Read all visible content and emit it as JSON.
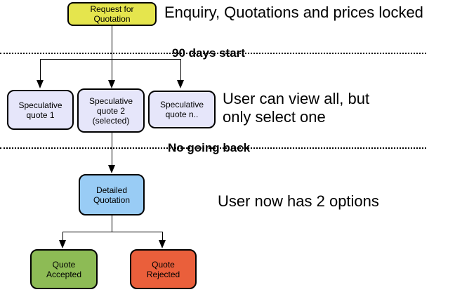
{
  "flowchart": {
    "nodes": [
      {
        "id": "request-for-quotation",
        "label": "Request for\nQuotation",
        "fill": "#e5e54d"
      },
      {
        "id": "speculative-quote-1",
        "label": "Speculative\nquote 1",
        "fill": "#e6e6fa"
      },
      {
        "id": "speculative-quote-2",
        "label": "Speculative\nquote 2\n(selected)",
        "fill": "#e6e6fa"
      },
      {
        "id": "speculative-quote-n",
        "label": "Speculative\nquote n..",
        "fill": "#e6e6fa"
      },
      {
        "id": "detailed-quotation",
        "label": "Detailed\nQuotation",
        "fill": "#99ccf5"
      },
      {
        "id": "quote-accepted",
        "label": "Quote\nAccepted",
        "fill": "#8dbb55"
      },
      {
        "id": "quote-rejected",
        "label": "Quote\nRejected",
        "fill": "#ea5f3b"
      }
    ],
    "annotations": {
      "enquiry": "Enquiry, Quotations and prices locked",
      "phase_1": "90 days start",
      "view": "User can view all, but\nonly select one",
      "phase_2": "No going back",
      "options": "User now has 2 options"
    },
    "colors": {
      "line": "#000000",
      "background": "#ffffff",
      "text": "#000000"
    }
  }
}
